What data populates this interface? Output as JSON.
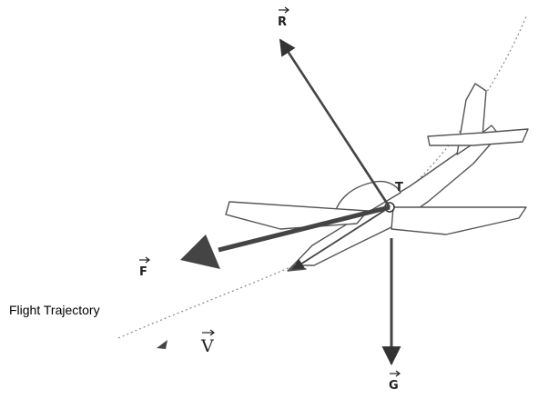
{
  "labels": {
    "lift_vector": "R",
    "drag_vector": "F",
    "weight_vector": "G",
    "velocity_vector": "V",
    "thrust_point": "T",
    "trajectory": "Flight Trajectory"
  },
  "colors": {
    "ink": "#333333",
    "line": "#555555",
    "trajectory": "#888888"
  }
}
